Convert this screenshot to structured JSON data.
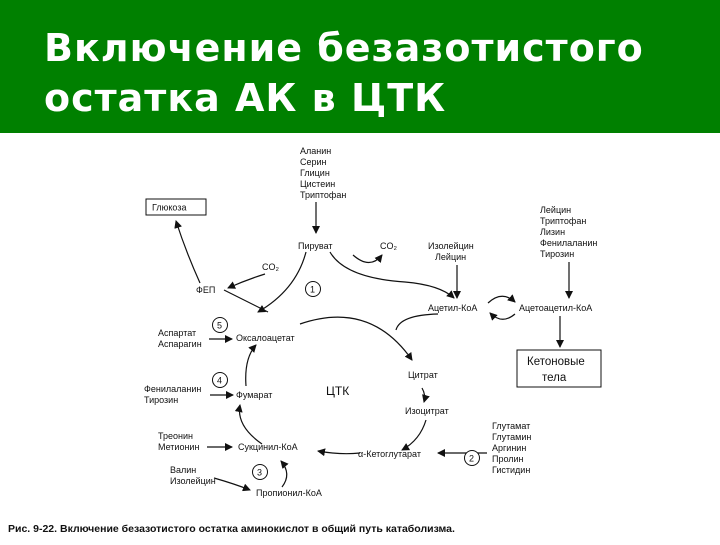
{
  "title": [
    "Включение безазотистого",
    "остатка АК в ЦТК"
  ],
  "diagram": {
    "aa_top": [
      "Аланин",
      "Серин",
      "Глицин",
      "Цистеин",
      "Триптофан"
    ],
    "aa_right_top": [
      "Лейцин",
      "Триптофан",
      "Лизин",
      "Фенилаланин",
      "Тирозин"
    ],
    "glucose": "Глюкоза",
    "fep": "ФЕП",
    "co2_left": "CO₂",
    "pyruvate": "Пируват",
    "co2_right": "CO₂",
    "ile_leu": [
      "Изолейцин",
      "Лейцин"
    ],
    "acetyl_coa": "Ацетил-КоА",
    "acetoacetyl_coa": "Ацетоацетил-КоА",
    "ketone_bodies": [
      "Кетоновые",
      "тела"
    ],
    "oxaloacetate": "Оксалоацетат",
    "asp_asn": [
      "Аспартат",
      "Аспарагин"
    ],
    "citrate": "Цитрат",
    "tca": "ЦТК",
    "phe_tyr": [
      "Фенилаланин",
      "Тирозин"
    ],
    "fumarate": "Фумарат",
    "isocitrate": "Изоцитрат",
    "thr_met": [
      "Треонин",
      "Метионин"
    ],
    "succinyl_coa": "Сукцинил-КоА",
    "alpha_kg": "α-Кетоглутарат",
    "glu_group": [
      "Глутамат",
      "Глутамин",
      "Аргинин",
      "Пролин",
      "Гистидин"
    ],
    "val_ile": [
      "Валин",
      "Изолейцин"
    ],
    "propionyl_coa": "Пропионил-КоА",
    "step_numbers": [
      "1",
      "2",
      "3",
      "4",
      "5"
    ],
    "caption": "Рис. 9-22. Включение безазотистого остатка аминокислот в общий путь катаболизма."
  }
}
